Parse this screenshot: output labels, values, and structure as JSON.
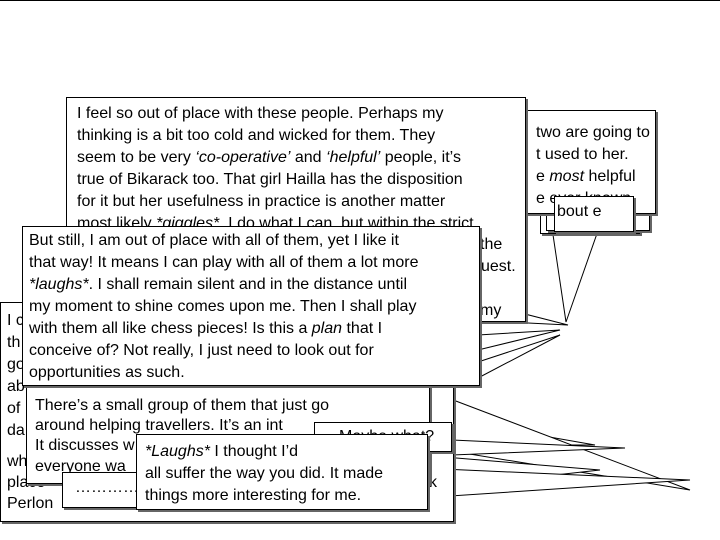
{
  "bubbles": {
    "rear_right": [
      {
        "text": "two are going to",
        "parts": null
      },
      {
        "text": "t used to her.",
        "parts": null
      },
      {
        "text": "e most helpful",
        "parts": [
          [
            "e ",
            false
          ],
          [
            "most",
            true
          ],
          [
            " helpful",
            false
          ]
        ]
      },
      {
        "text": "e ever known.",
        "parts": null
      },
      {
        "text": "bout e",
        "parts": null
      }
    ],
    "main_top": [
      {
        "text": "I feel so out of place with these people. Perhaps my",
        "parts": null
      },
      {
        "text": "thinking is a bit too cold and wicked for them. They",
        "parts": null
      },
      {
        "text": "seem to be very ‘co-operative’ and ‘helpful’ people, it’s",
        "parts": [
          [
            "seem to be very ",
            false
          ],
          [
            "‘co-operative’",
            true
          ],
          [
            " and ",
            false
          ],
          [
            "‘helpful’",
            true
          ],
          [
            " people, it’s",
            false
          ]
        ]
      },
      {
        "text": "true of Bikarack too. That girl Hailla has the disposition",
        "parts": null
      },
      {
        "text": "for it but her usefulness in practice is another matter",
        "parts": null
      },
      {
        "text": "most likely *giggles*. I do what I can, but within the strict",
        "parts": [
          [
            "most likely ",
            false
          ],
          [
            "*giggles*",
            true
          ],
          [
            ". I do what I can, but within the strict",
            false
          ]
        ]
      }
    ],
    "main_top_peek": [
      {
        "text": "the",
        "parts": null
      },
      {
        "text": "uest.",
        "parts": null
      },
      {
        "text": "my",
        "parts": null
      }
    ],
    "left_rear": [
      {
        "text": "I c",
        "parts": null
      },
      {
        "text": "th",
        "parts": null
      },
      {
        "text": "go",
        "parts": null
      },
      {
        "text": "ab",
        "parts": null
      },
      {
        "text": "of",
        "parts": null
      },
      {
        "text": "da",
        "parts": null
      },
      {
        "text": "wh",
        "parts": null
      },
      {
        "text": "place",
        "parts": null
      },
      {
        "text": "Perlon",
        "parts": null
      }
    ],
    "left_rear_peek": [
      {
        "text": "k",
        "parts": null
      }
    ],
    "middle": [
      {
        "text": "There’s a small group of them that just go",
        "parts": null
      },
      {
        "text": "around helping travellers. It’s an int",
        "parts": null
      },
      {
        "text": "It discusses w",
        "parts": null
      },
      {
        "text": "everyone wa",
        "parts": null
      }
    ],
    "dots_line": "…………",
    "front": [
      {
        "text": "But still, I am out of place with all of them, yet I like it",
        "parts": null
      },
      {
        "text": "that way! It means I can play with all of them a lot more",
        "parts": null
      },
      {
        "text": "*laughs*. I shall remain silent and in the distance until",
        "parts": [
          [
            "*laughs*",
            true
          ],
          [
            ". I shall remain silent and in the distance until",
            false
          ]
        ]
      },
      {
        "text": "my moment to shine comes upon me. Then I shall play",
        "parts": null
      },
      {
        "text": "with them all like chess pieces! Is this a plan that I",
        "parts": [
          [
            "with them all like chess pieces! Is this a ",
            false
          ],
          [
            "plan",
            true
          ],
          [
            " that I",
            false
          ]
        ]
      },
      {
        "text": "conceive of? Not really, I just need to look out for",
        "parts": null
      },
      {
        "text": "opportunities as such.",
        "parts": null
      }
    ],
    "maybe": [
      {
        "text": "…Maybe what?",
        "parts": null
      }
    ],
    "laughs": [
      {
        "text": "*Laughs* I thought I’d",
        "parts": [
          [
            "*Laughs*",
            true
          ],
          [
            " I thought I’d",
            false
          ]
        ]
      },
      {
        "text": "all suffer the way you did. It made",
        "parts": null
      },
      {
        "text": "things more interesting for me.",
        "parts": null
      }
    ]
  }
}
